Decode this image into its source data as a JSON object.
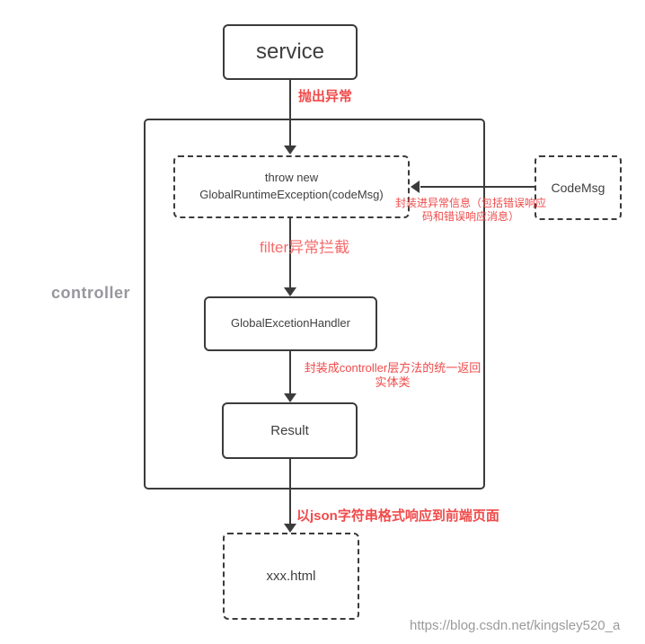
{
  "colors": {
    "page_bg": "#ffffff",
    "box_border": "#3b3b3b",
    "box_text": "#3f3f3f",
    "annotation_red": "#f04a4a",
    "annotation_light_red": "#f56c6c",
    "gray_label": "#97979d",
    "watermark_gray": "#9b9b9b"
  },
  "nodes": {
    "service": {
      "label": "service"
    },
    "throw_exception": {
      "line1": "throw new",
      "line2": "GlobalRuntimeException(codeMsg)"
    },
    "code_msg": {
      "label": "CodeMsg"
    },
    "handler": {
      "label": "GlobalExcetionHandler"
    },
    "result": {
      "label": "Result"
    },
    "page_html": {
      "label": "xxx.html"
    },
    "container": {
      "label": "controller"
    }
  },
  "annotations": {
    "throw_out": "抛出异常",
    "wrap_info_line1": "封装进异常信息（包括错误响应",
    "wrap_info_line2": "码和错误响应消息）",
    "filter_intercept": "filter异常拦截",
    "wrap_result_line1": "封装成controller层方法的统一返回",
    "wrap_result_line2": "实体类",
    "json_response": "以json字符串格式响应到前端页面"
  },
  "watermark": "https://blog.csdn.net/kingsley520_a"
}
